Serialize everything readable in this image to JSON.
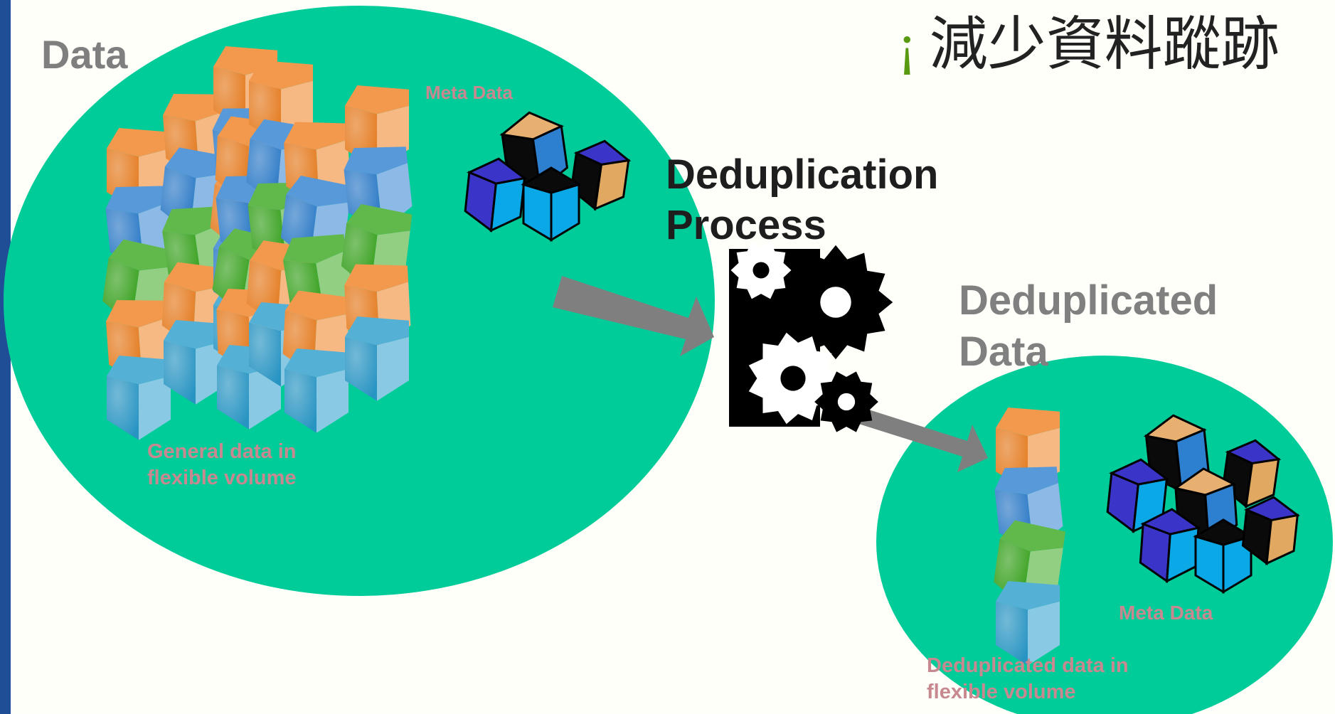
{
  "slide": {
    "title_bullet": "¡",
    "title": "減少資料蹤跡"
  },
  "labels": {
    "data": "Data",
    "meta_data_top": "Meta Data",
    "general_data": "General data in flexible volume",
    "dedup_process": "Deduplication Process",
    "deduplicated_data": "Deduplicated Data",
    "meta_data_bottom": "Meta Data",
    "dedup_volume": "Deduplicated data in flexible volume"
  },
  "colors": {
    "background": "#fffffa",
    "side_bar": "#1f4e96",
    "volume_fill": "#00cc99",
    "arrow": "#7f7f7f",
    "bullet": "#5a9a12",
    "cube_orange": "#f08020",
    "cube_blue": "#2d7fd0",
    "cube_green": "#3aa81e",
    "cube_teal": "#2a9ccc",
    "cube_black": "#0a0a0a",
    "cube_indigo": "#3a35c8",
    "cube_cyan": "#0aa8e6"
  },
  "icons": [
    "gears-icon",
    "arrow-right-icon"
  ]
}
